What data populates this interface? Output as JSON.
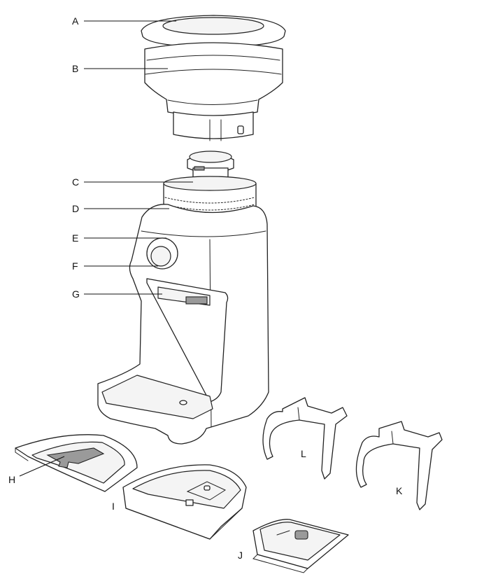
{
  "diagram": {
    "callouts": [
      "A",
      "B",
      "C",
      "D",
      "E",
      "F",
      "G",
      "H",
      "I",
      "J",
      "K",
      "L"
    ]
  }
}
